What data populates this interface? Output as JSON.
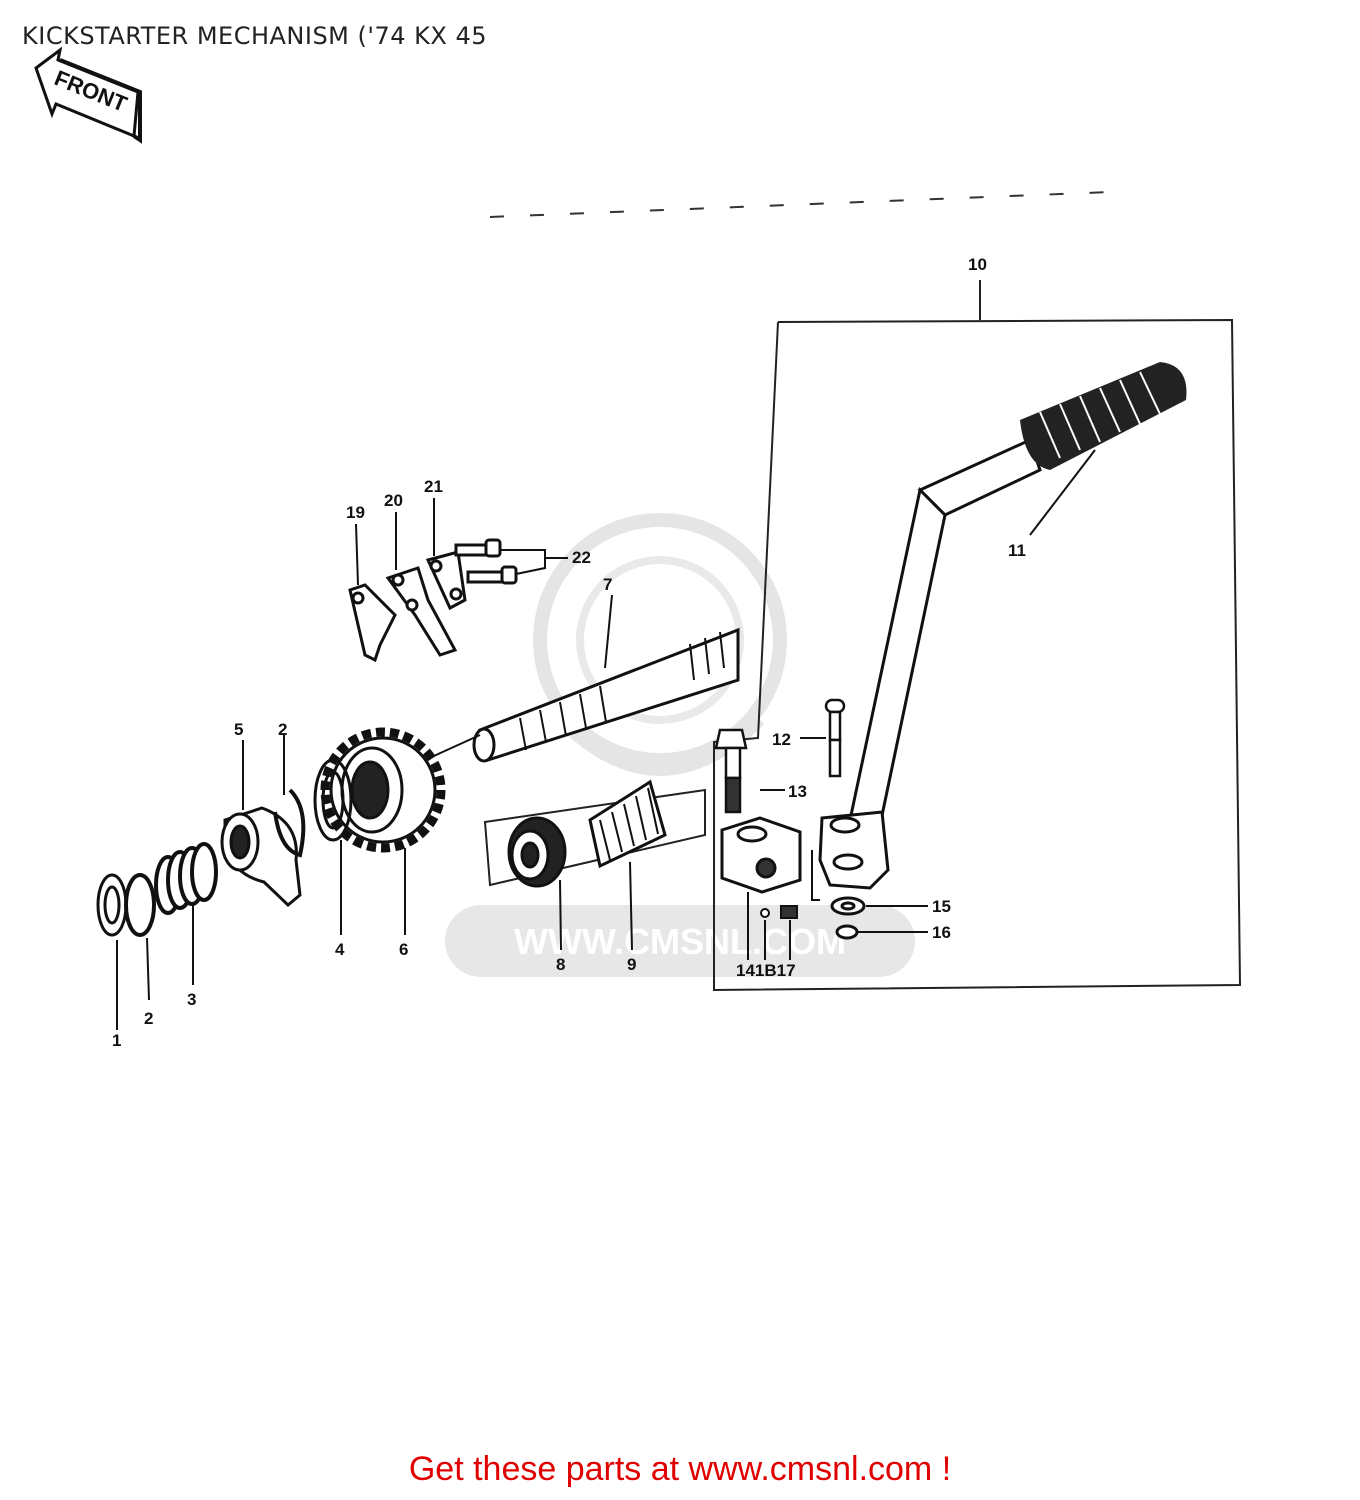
{
  "title": "KICKSTARTER MECHANISM ('74 KX 45",
  "front_arrow_label": "FRONT",
  "watermark": {
    "url": "WWW.CMSNL.COM"
  },
  "footer": "Get these parts at www.cmsnl.com !",
  "callouts": {
    "c1": "1",
    "c2a": "2",
    "c2b": "2",
    "c3": "3",
    "c4": "4",
    "c5": "5",
    "c6": "6",
    "c7": "7",
    "c8": "8",
    "c9": "9",
    "c10": "10",
    "c11": "11",
    "c12": "12",
    "c13": "13",
    "c141617": "141B17",
    "c15": "15",
    "c16": "16",
    "c19": "19",
    "c20": "20",
    "c21": "21",
    "c22": "22"
  },
  "colors": {
    "footer": "#e00000",
    "line": "#111111",
    "watermark": "#d0d0d0"
  }
}
